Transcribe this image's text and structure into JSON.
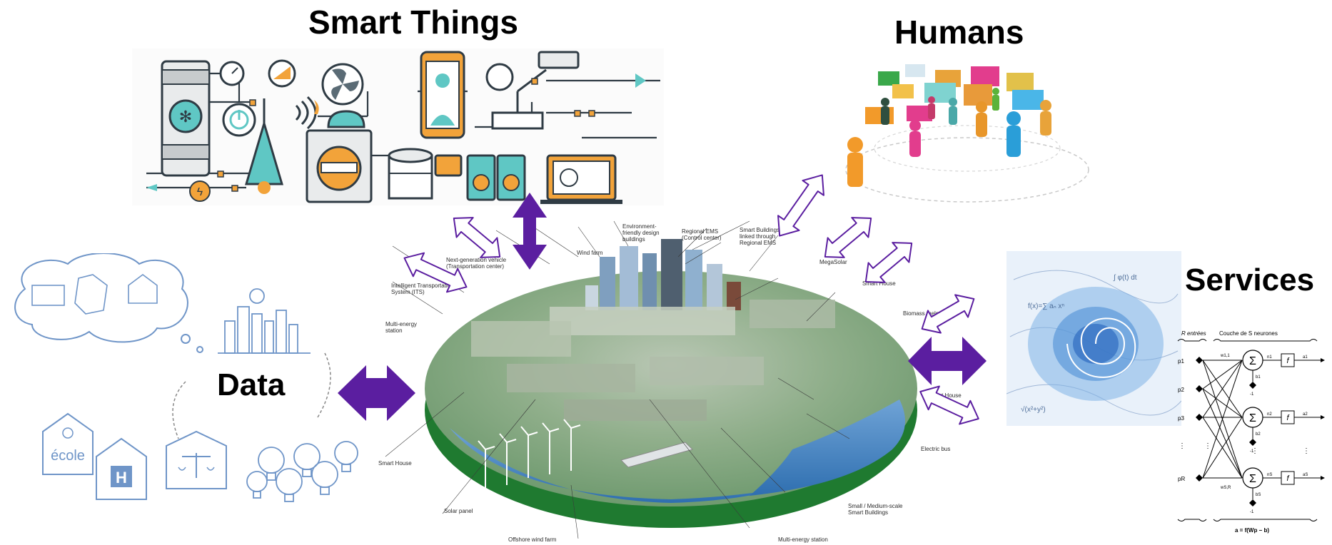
{
  "headings": {
    "smart_things": "Smart Things",
    "humans": "Humans",
    "services": "Services",
    "data": "Data"
  },
  "city_labels": {
    "wind_farm": "Wind farm",
    "env_friendly": "Environment-\nfriendly design\nbuildings",
    "regional_ems": "Regional EMS\n(Control center)",
    "smart_buildings_linked": "Smart Buildings\nlinked through\nRegional EMS",
    "next_gen_vehicle": "Next-generation vehicle\n(Transportation center)",
    "its": "Intelligent Transportation\nSystem (ITS)",
    "mega_solar": "MegaSolar",
    "smart_house_top": "Smart House",
    "multi_energy": "Multi-energy\nstation",
    "biomass": "Biomass fuels",
    "smart_house_right": "Smart House",
    "electric_bus": "Electric bus",
    "smart_house_left": "Smart House",
    "solar_panel": "Solar panel",
    "small_medium": "Small / Medium-scale\nSmart Buildings",
    "offshore": "Offshore wind farm",
    "multi_energy_station": "Multi-energy station"
  },
  "data_sketch": {
    "ecole": "école",
    "h_letter": "H"
  },
  "neural_net": {
    "entrees": "R entrées",
    "couche": "Couche de S neurones",
    "sigma": "Σ",
    "f": "f",
    "formula": "a = f(Wp − b)",
    "inputs": [
      "p1",
      "p2",
      "p3",
      "pR"
    ],
    "bias": [
      "b1",
      "b2",
      "bS"
    ],
    "neg_one": "-1",
    "w11": "w1,1",
    "wsr": "wS,R",
    "n_labels": [
      "n1",
      "n2",
      "nS"
    ],
    "a_labels": [
      "a1",
      "a2",
      "aS"
    ]
  },
  "colors": {
    "arrow_solid": "#5b1ea0",
    "arrow_outline": "#5b1ea0",
    "teal": "#5fc7c4",
    "orange": "#f2a33a",
    "dark_line": "#2f3b44",
    "city_green": "#2a8a3a",
    "water": "#3e7fc0",
    "sketch_blue": "#6f95c8"
  }
}
